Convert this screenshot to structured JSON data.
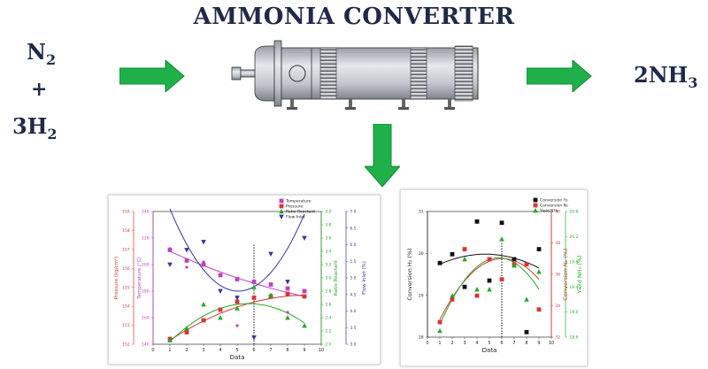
{
  "title": "AMMONIA CONVERTER",
  "reactants": {
    "n2": {
      "symbol": "N",
      "sub": "2"
    },
    "plus": "+",
    "h2": {
      "coef": "3",
      "symbol": "H",
      "sub": "2"
    }
  },
  "product": {
    "coef": "2",
    "symbol": "NH",
    "sub": "3"
  },
  "colors": {
    "arrow": "#1fb04a",
    "arrow_dark": "#138a35",
    "text": "#1f2a4a"
  },
  "icons": {
    "arrow_left": "arrow-right-icon",
    "arrow_right": "arrow-right-icon",
    "arrow_down": "arrow-down-icon",
    "converter": "reactor-vessel-icon"
  },
  "chart_data": [
    {
      "type": "scatter",
      "xlabel": "Data",
      "xlim": [
        0,
        10
      ],
      "x_ticks": [
        "0",
        "1",
        "2",
        "3",
        "4",
        "5",
        "6",
        "7",
        "8",
        "9",
        "10"
      ],
      "legend": [
        "Temperature",
        "Pressure",
        "Ratio Reactant",
        "Flow Inlet"
      ],
      "axes": [
        {
          "side": "left-outer",
          "ylabel": "Pressure (kg/cm²)",
          "ticks": [
            "152",
            "153",
            "154",
            "155",
            "156",
            "157",
            "158",
            "159"
          ],
          "color": "#d33"
        },
        {
          "side": "left-inner",
          "ylabel": "Temperature (°C)",
          "ticks": [
            "140",
            "160",
            "180",
            "200",
            "220",
            "240"
          ],
          "color": "#c040c0"
        },
        {
          "side": "right-inner",
          "ylabel": "Ratio Reactant",
          "ticks": [
            "2.0",
            "2.2",
            "2.4",
            "2.6",
            "2.8",
            "3.0",
            "3.2",
            "3.4",
            "3.6",
            "3.8",
            "4.0"
          ],
          "color": "#2a2"
        },
        {
          "side": "right-outer",
          "ylabel": "Flow Inlet (%)",
          "ticks": [
            "3.0",
            "3.5",
            "4.0",
            "4.5",
            "5.0",
            "5.5",
            "6.0",
            "6.5",
            "7.0"
          ],
          "color": "#33a"
        }
      ],
      "series": [
        {
          "name": "Temperature",
          "color": "#c040c0",
          "marker": "square",
          "x": [
            1,
            2,
            3,
            4,
            5,
            6,
            7,
            8,
            9
          ],
          "y": [
            0.71,
            0.63,
            0.6,
            0.52,
            0.49,
            0.47,
            0.45,
            0.42,
            0.4
          ]
        },
        {
          "name": "Pressure",
          "color": "#d33",
          "marker": "square",
          "x": [
            1,
            2,
            3,
            4,
            5,
            6,
            7,
            8,
            9
          ],
          "y": [
            0.04,
            0.09,
            0.18,
            0.26,
            0.32,
            0.35,
            0.36,
            0.38,
            0.36
          ]
        },
        {
          "name": "Ratio Reactant",
          "color": "#2a2",
          "marker": "triangle",
          "x": [
            1,
            2,
            3,
            4,
            5,
            6,
            7,
            8,
            9
          ],
          "y": [
            0.03,
            0.12,
            0.3,
            0.2,
            0.27,
            0.43,
            0.37,
            0.2,
            0.14
          ]
        },
        {
          "name": "Flow Inlet",
          "color": "#33a",
          "marker": "triangle-down",
          "x": [
            1,
            2,
            3,
            4,
            5,
            6,
            7,
            8,
            9
          ],
          "y": [
            0.6,
            0.71,
            0.77,
            0.4,
            0.35,
            0.05,
            0.68,
            0.47,
            0.8
          ]
        },
        {
          "name": "Temperature",
          "color": "#c040c0",
          "marker": "dot",
          "x": [
            1,
            2,
            3,
            5,
            8
          ],
          "y": [
            0.72,
            0.58,
            0.62,
            0.14,
            0.24
          ]
        }
      ],
      "fits": [
        {
          "color": "#c040c0",
          "x": [
            1,
            5,
            9
          ],
          "y": [
            0.7,
            0.5,
            0.36
          ]
        },
        {
          "color": "#d33",
          "x": [
            1,
            5,
            9
          ],
          "y": [
            0.03,
            0.28,
            0.37
          ]
        },
        {
          "color": "#2a2",
          "x": [
            1,
            5,
            9
          ],
          "y": [
            0.02,
            0.3,
            0.16
          ]
        },
        {
          "color": "#33a",
          "x": [
            1,
            5,
            9
          ],
          "y": [
            1.02,
            0.4,
            0.98
          ]
        }
      ],
      "vline_x": 6
    },
    {
      "type": "scatter",
      "xlabel": "Data",
      "xlim": [
        0,
        10
      ],
      "x_ticks": [
        "0",
        "1",
        "2",
        "3",
        "4",
        "5",
        "6",
        "7",
        "8",
        "9",
        "10"
      ],
      "legend": [
        "Conversion H₂",
        "Conversion N₂",
        "Yield NH₃"
      ],
      "axes": [
        {
          "side": "left",
          "ylabel": "Conversion H₂ (%)",
          "ticks": [
            "28",
            "29",
            "30",
            "31"
          ],
          "color": "#222"
        },
        {
          "side": "right-inner",
          "ylabel": "Conversion N₂ (%)",
          "ticks": [
            "32",
            "34",
            "36",
            "38",
            "40"
          ],
          "color": "#d33"
        },
        {
          "side": "right-outer",
          "ylabel": "Yield NH₃ (%)",
          "ticks": [
            "18.6",
            "19.0",
            "19.4",
            "19.8",
            "20.2",
            "20.6"
          ],
          "color": "#2a2"
        }
      ],
      "series": [
        {
          "name": "Conversion H₂",
          "color": "#111",
          "marker": "square",
          "x": [
            1,
            2,
            3,
            4,
            5,
            6,
            7,
            8,
            9
          ],
          "y": [
            0.59,
            0.66,
            0.4,
            0.92,
            0.45,
            0.91,
            0.62,
            0.04,
            0.7
          ]
        },
        {
          "name": "Conversion N₂",
          "color": "#d33",
          "marker": "square",
          "x": [
            1,
            2,
            3,
            4,
            5,
            6,
            7,
            8,
            9
          ],
          "y": [
            0.12,
            0.3,
            0.7,
            0.33,
            0.62,
            0.46,
            0.58,
            0.58,
            0.22
          ]
        },
        {
          "name": "Yield NH₃",
          "color": "#2a2",
          "marker": "triangle",
          "x": [
            1,
            2,
            3,
            4,
            5,
            6,
            7,
            8,
            9
          ],
          "y": [
            0.05,
            0.33,
            0.62,
            0.38,
            0.38,
            0.78,
            0.57,
            0.3,
            0.52
          ]
        }
      ],
      "fits": [
        {
          "color": "#111",
          "x": [
            1,
            4.5,
            9
          ],
          "y": [
            0.58,
            0.66,
            0.55
          ]
        },
        {
          "color": "#d33",
          "x": [
            1,
            5.5,
            9
          ],
          "y": [
            0.14,
            0.62,
            0.46
          ]
        },
        {
          "color": "#2a2",
          "x": [
            1,
            5.5,
            9
          ],
          "y": [
            0.1,
            0.63,
            0.38
          ]
        }
      ],
      "vline_x": 6
    }
  ]
}
